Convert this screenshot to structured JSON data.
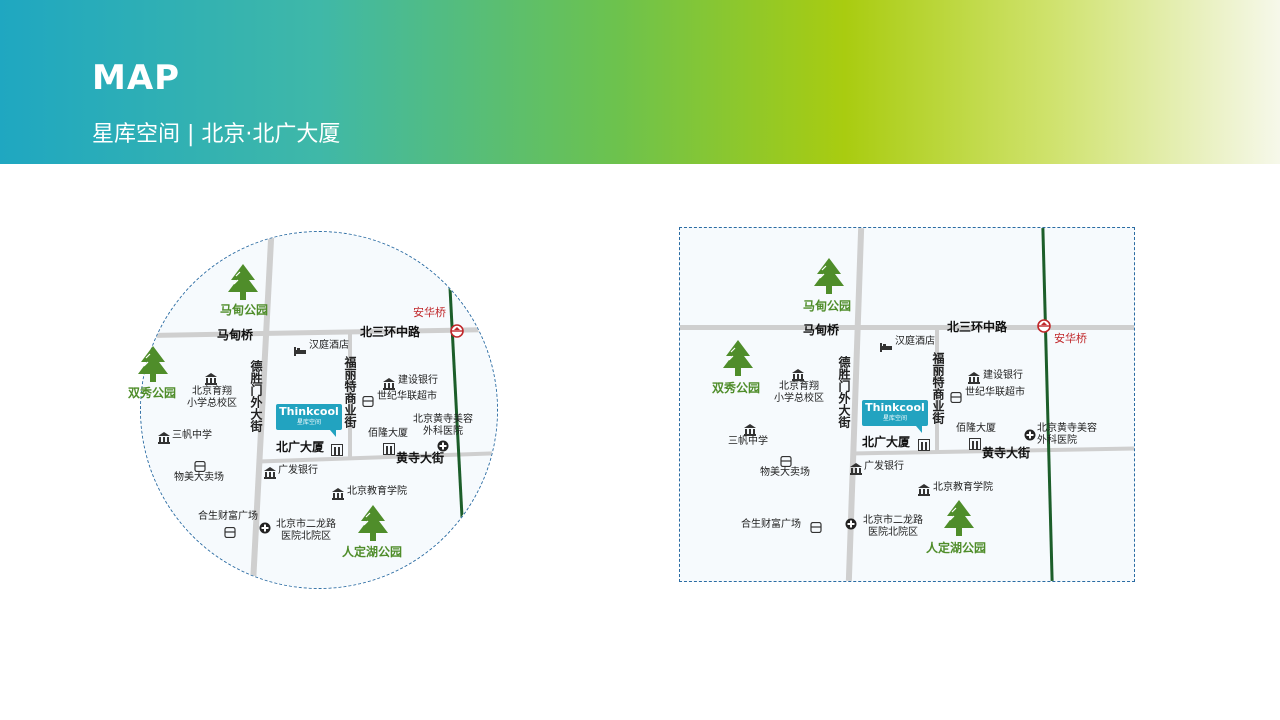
{
  "header": {
    "title": "MAP",
    "subtitle": "星库空间 | 北京·北广大厦"
  },
  "map": {
    "roads": {
      "bei_san_huan": "北三环中路",
      "ma_dian_qiao": "马甸桥",
      "an_hua_qiao": "安华桥",
      "desheng": "德胜门外大街",
      "fuli_te": "福丽特商业街",
      "huangsi": "黄寺大街"
    },
    "parks": {
      "madian": "马甸公园",
      "shuangxiu": "双秀公园",
      "rendinghu": "人定湖公园"
    },
    "pois": {
      "hanting": "汉庭酒店",
      "ccb": "建设银行",
      "shiji": "世纪华联超市",
      "yuxiang_line1": "北京育翔",
      "yuxiang_line2": "小学总校区",
      "yuxiang_rect": "北京育翔小学总校区",
      "sanfan": "三帆中学",
      "wumei": "物美大卖场",
      "guangfa": "广发银行",
      "bailong": "佰隆大厦",
      "huangsi_hosp_line1": "北京黄寺美容",
      "huangsi_hosp_line2": "外科医院",
      "huangsi_hosp_rect": "北京黄寺美容外科医院",
      "jiaoyu": "北京教育学院",
      "hesheng": "合生财富广场",
      "erlonglu_line1": "北京市二龙路",
      "erlonglu_line2": "医院北院区",
      "erlonglu_rect": "北京市二龙路医院北院区",
      "beiguang": "北广大厦"
    },
    "logo": {
      "brand": "Thinkcool",
      "sub": "星库空间"
    },
    "colors": {
      "park": "#4f8d2a",
      "rail": "#1c5e2a",
      "metro": "#c0282b",
      "logo": "#22a3c0",
      "border": "#2b6ca3"
    }
  }
}
